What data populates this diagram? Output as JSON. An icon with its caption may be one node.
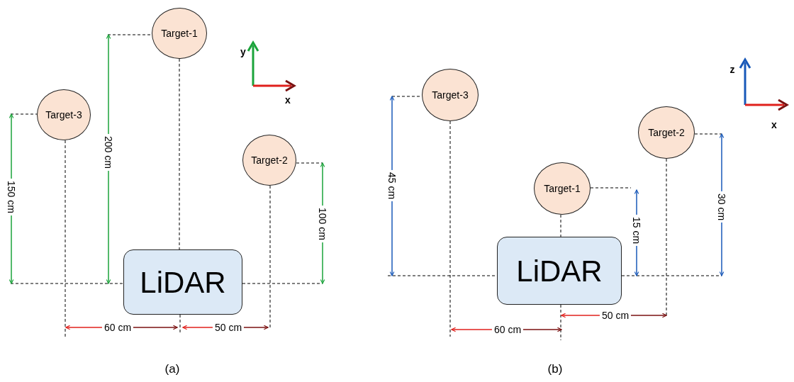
{
  "diagram": {
    "nodes": [
      {
        "text": [
          "Target-1"
        ]
      },
      {
        "text": [
          "Target-3"
        ]
      },
      {
        "text": [
          "Target-2"
        ]
      },
      {
        "text": [
          "LiDAR"
        ]
      },
      {
        "text": [
          "Target-3"
        ]
      },
      {
        "text": [
          "Target-2"
        ]
      },
      {
        "text": [
          "Target-1"
        ]
      },
      {
        "text": [
          "LiDAR"
        ]
      }
    ],
    "edges": [
      {
        "from": 0,
        "to": 3,
        "arrow": "none",
        "style": "dashed"
      },
      {
        "from": 6,
        "to": 7,
        "arrow": "none",
        "style": "dashed"
      }
    ],
    "labels": [
      "y",
      "x",
      "200 cm",
      "150 cm",
      "100 cm",
      "60 cm",
      "50 cm",
      "(a)",
      "z",
      "x",
      "45 cm",
      "15 cm",
      "30 cm",
      "60 cm",
      "50 cm",
      "(b)"
    ]
  }
}
